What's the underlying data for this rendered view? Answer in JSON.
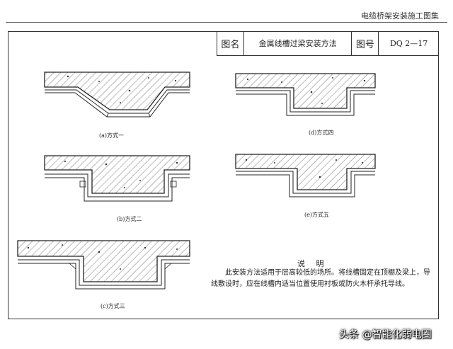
{
  "header": {
    "title": "电缆桥架安装施工图集"
  },
  "title_block": {
    "label_name": "图名",
    "name": "金属线槽过梁安装方法",
    "label_number": "图号",
    "number": "DQ 2—17"
  },
  "figures": [
    {
      "id": "a",
      "caption": "(a)方式一"
    },
    {
      "id": "b",
      "caption": "(b)方式二"
    },
    {
      "id": "c",
      "caption": "(c)方式三"
    },
    {
      "id": "d",
      "caption": "(d)方式四"
    },
    {
      "id": "e",
      "caption": "(e)方式五"
    }
  ],
  "notes": {
    "title": "说 明",
    "body": "此安装方法适用于层高较低的场所。将线槽固定在顶棚及梁上，导线敷设时，应在线槽内适当位置使用衬板或防火木杆承托导线。"
  },
  "watermark": {
    "text": "头条 @智能化弱电圈"
  }
}
